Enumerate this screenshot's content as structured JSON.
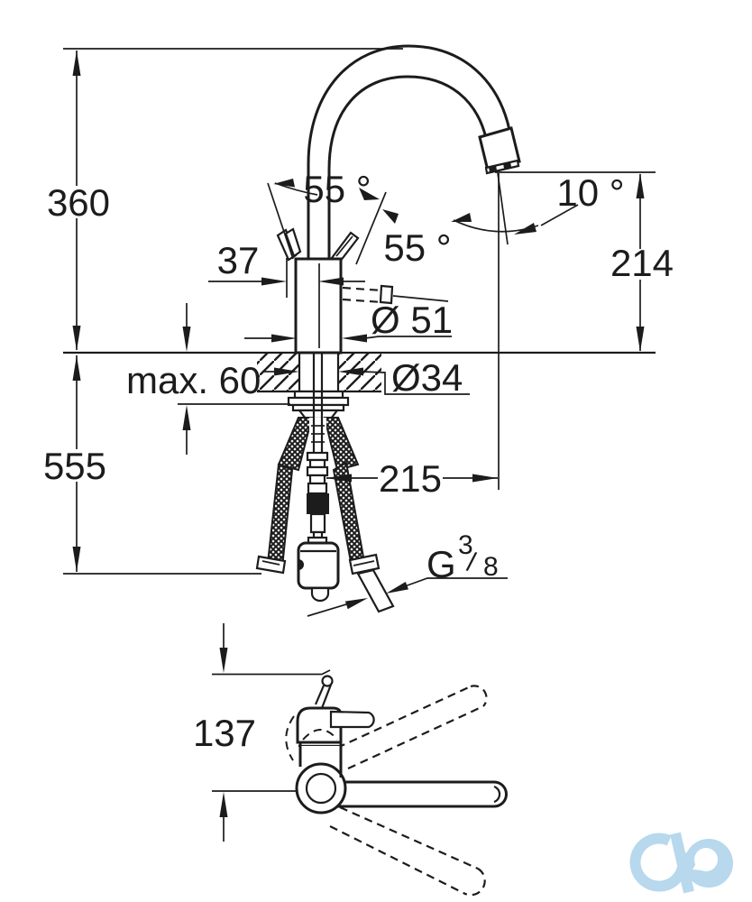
{
  "drawing": {
    "kind": "kitchen faucet installation dimension drawing",
    "background_color": "#ffffff",
    "line_color": "#1c1c1c",
    "logo_color": "#b7d8ed"
  },
  "labels": {
    "height_above_deck": "360",
    "height_below_deck": "555",
    "handle_offset": "37",
    "handle_angle_left": "55 °",
    "handle_angle_right": "55 °",
    "stream_angle": "10 °",
    "spout_height": "214",
    "base_diameter": "Ø 51",
    "deck_thickness_max": "max. 60",
    "hole_diameter": "Ø34",
    "spout_reach": "215",
    "thread_letter": "G",
    "thread_numerator": "3",
    "thread_slash": "/",
    "thread_denominator": "8",
    "plan_view_depth": "137"
  }
}
